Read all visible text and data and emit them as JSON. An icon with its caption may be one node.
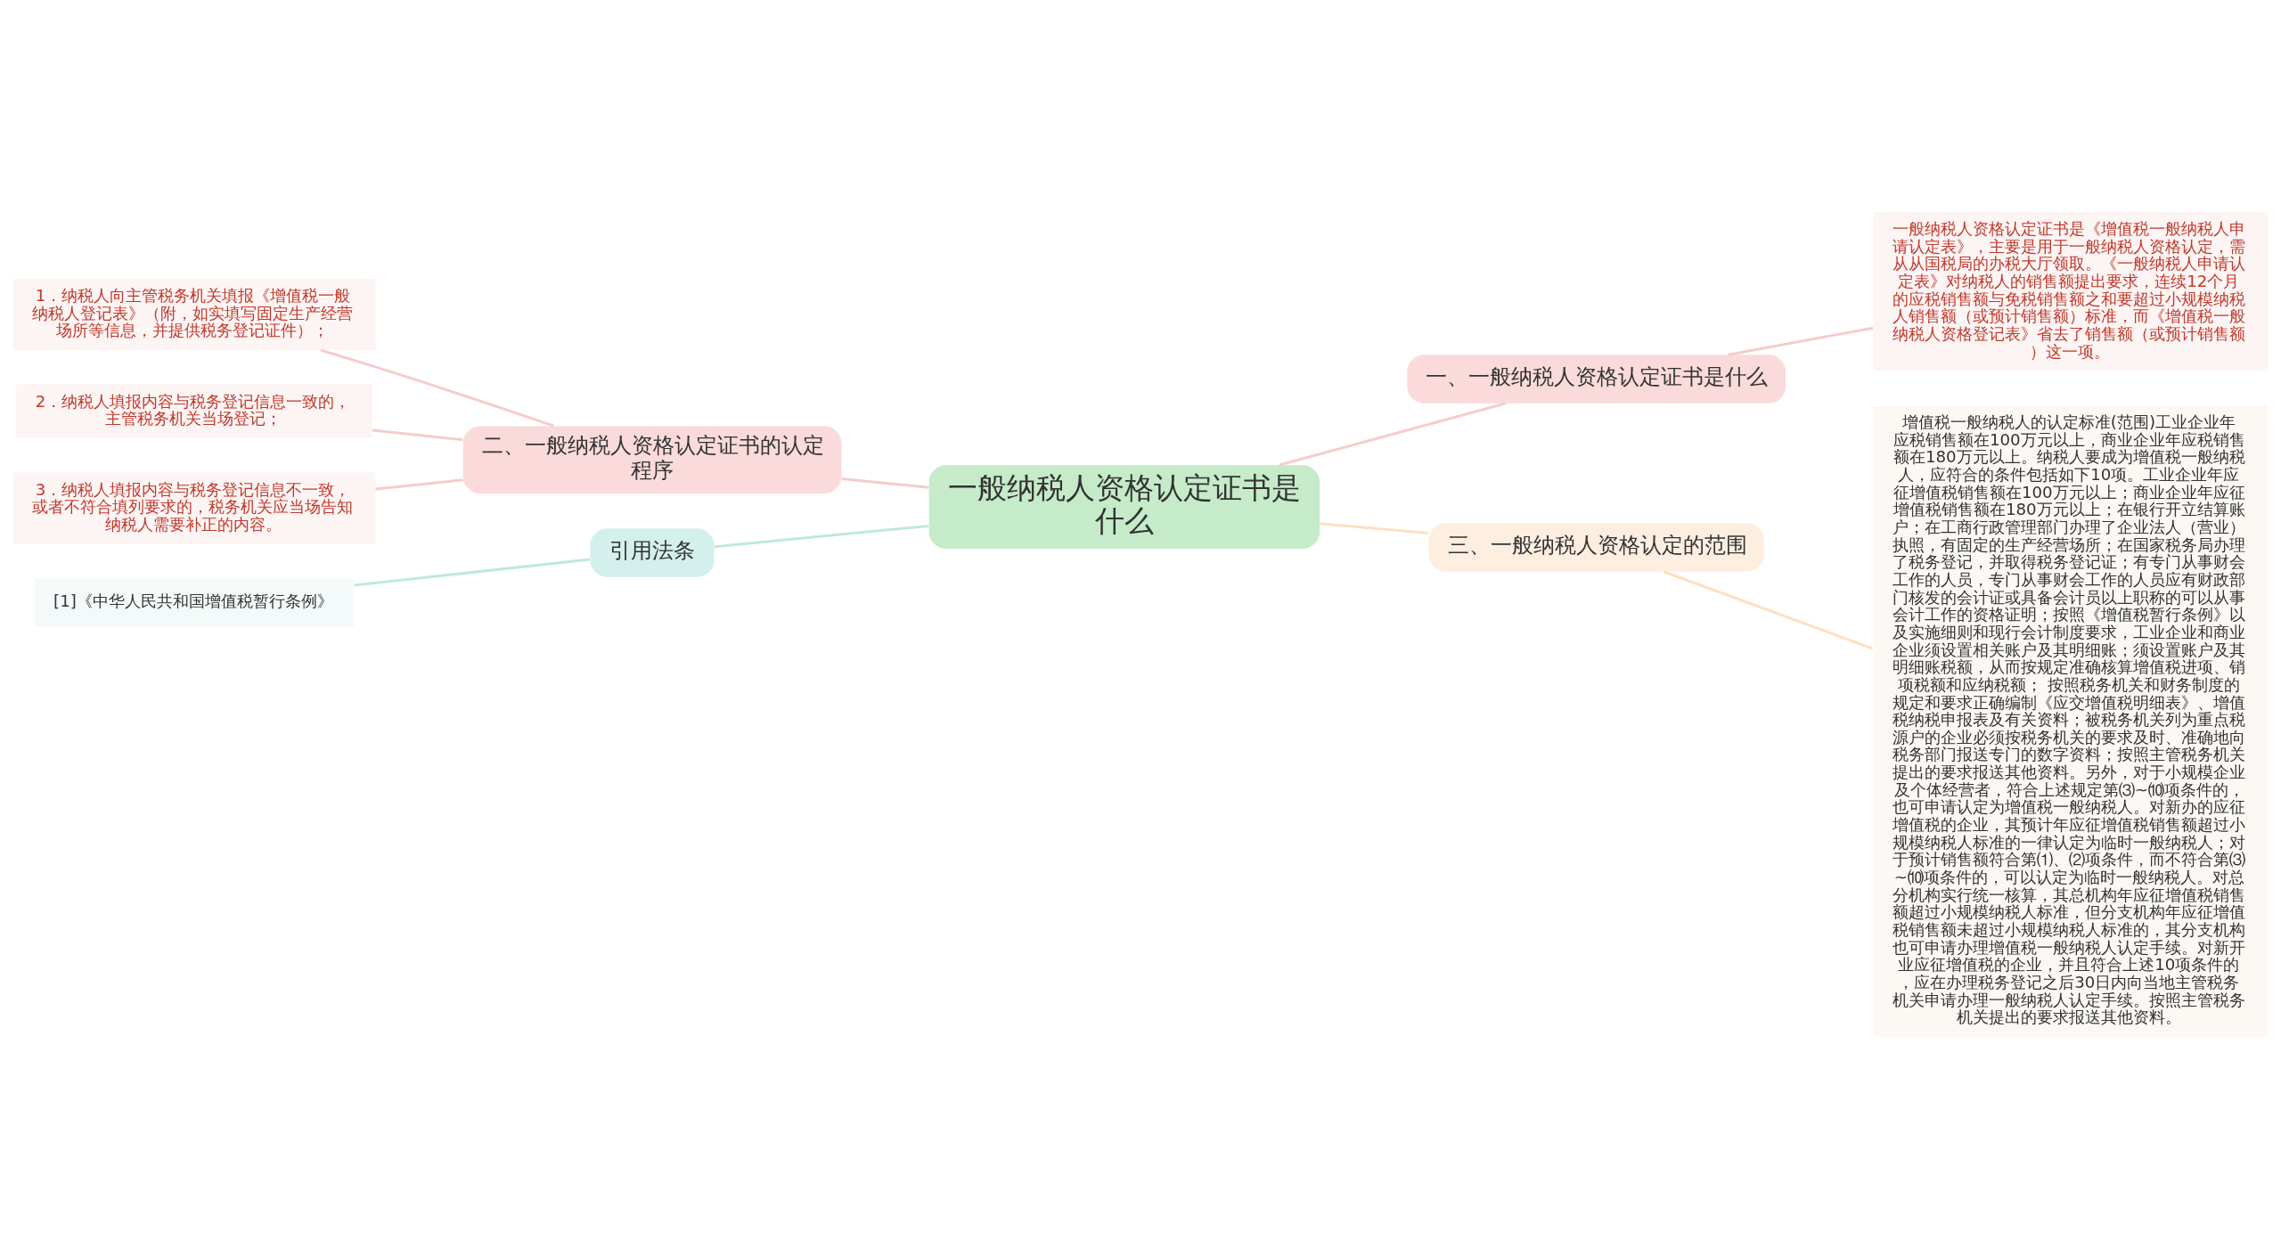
{
  "diagram": {
    "nodes": [
      {
        "text": [
          "一般纳税人资格认定证书是什么"
        ]
      },
      {
        "text": [
          "一、一般纳税人资格认定证书是什么"
        ]
      },
      {
        "text": [
          "一般纳税人资格认定证书是《增值税一般纳税人申请认定表》，主要是用于一般纳税人资格认定，需从从国税局的办税大厅领取。《一般纳税人申请认定表》对纳税人的销售额提出要求，连续12个月的应税销售额与免税销售额之和要超过小规模纳税人销售额（或预计销售额）标准，而《增值税一般纳税人资格登记表》省去了销售额（或预计销售额）这一项。"
        ]
      },
      {
        "text": [
          "二、一般纳税人资格认定证书的认定程序"
        ]
      },
      {
        "text": [
          "1．纳税人向主管税务机关填报《增值税一般纳税人登记表》（附，如实填写固定生产经营场所等信息，并提供税务登记证件）；"
        ]
      },
      {
        "text": [
          "2．纳税人填报内容与税务登记信息一致的，主管税务机关当场登记；"
        ]
      },
      {
        "text": [
          "3．纳税人填报内容与税务登记信息不一致，或者不符合填列要求的，税务机关应当场告知纳税人需要补正的内容。"
        ]
      },
      {
        "text": [
          "引用法条"
        ]
      },
      {
        "text": [
          "[1]《中华人民共和国增值税暂行条例》"
        ]
      },
      {
        "text": [
          "三、一般纳税人资格认定的范围"
        ]
      },
      {
        "text": [
          "增值税一般纳税人的认定标准(范围)工业企业年应税销售额在100万元以上，商业企业年应税销售额在180万元以上。纳税人要成为增值税一般纳税人，应符合的条件包括如下10项。工业企业年应征增值税销售额在100万元以上；商业企业年应征增值税销售额在180万元以上；在银行开立结算账户；在工商行政管理部门办理了企业法人（营业）执照，有固定的生产经营场所；在国家税务局办理了税务登记，并取得税务登记证；有专门从事财会工作的人员，专门从事财会工作的人员应有财政部门核发的会计证或具备会计员以上职称的可以从事会计工作的资格证明；按照《增值税暂行条例》以及实施细则和现行会计制度要求，工业企业和商业企业须设置相关账户及其明细账；须设置账户及其明细账税额，从而按规定准确核算增值税进项、销项税额和应纳税额； 按照税务机关和财务制度的规定和要求正确编制《应交增值税明细表》、增值税纳税申报表及有关资料；被税务机关列为重点税源户的企业必须按税务机关的要求及时、准确地向税务部门报送专门的数字资料；按照主管税务机关提出的要求报送其他资料。另外，对于小规模企业及个体经营者，符合上述规定第⑶~⑽项条件的，也可申请认定为增值税一般纳税人。对新办的应征增值税的企业，其预计年应征增值税销售额超过小规模纳税人标准的一律认定为临时一般纳税人；对于预计销售额符合第⑴、⑵项条件，而不符合第⑶~⑽项条件的，可以认定为临时一般纳税人。对总分机构实行统一核算，其总机构年应征增值税销售额超过小规模纳税人标准，但分支机构年应征增值税销售额未超过小规模纳税人标准的，其分支机构也可申请办理增值税一般纳税人认定手续。对新开业应征增值税的企业，并且符合上述10项条件的，应在办理税务登记之后30日内向当地主管税务机关申请办理一般纳税人认定手续。按照主管税务机关提出的要求报送其他资料。"
        ]
      }
    ],
    "edges": [
      {
        "from": 0,
        "to": 1,
        "arrow": "none"
      },
      {
        "from": 1,
        "to": 2,
        "arrow": "none"
      },
      {
        "from": 0,
        "to": 3,
        "arrow": "none"
      },
      {
        "from": 3,
        "to": 4,
        "arrow": "none"
      },
      {
        "from": 3,
        "to": 5,
        "arrow": "none"
      },
      {
        "from": 3,
        "to": 6,
        "arrow": "none"
      },
      {
        "from": 0,
        "to": 7,
        "arrow": "none",
        "color": "#bfe8e0"
      },
      {
        "from": 7,
        "to": 8,
        "arrow": "none",
        "color": "#bfe8e0"
      },
      {
        "from": 0,
        "to": 9,
        "arrow": "none",
        "color": "#fde0c4"
      },
      {
        "from": 9,
        "to": 10,
        "arrow": "none",
        "color": "#fde0c4"
      }
    ]
  }
}
